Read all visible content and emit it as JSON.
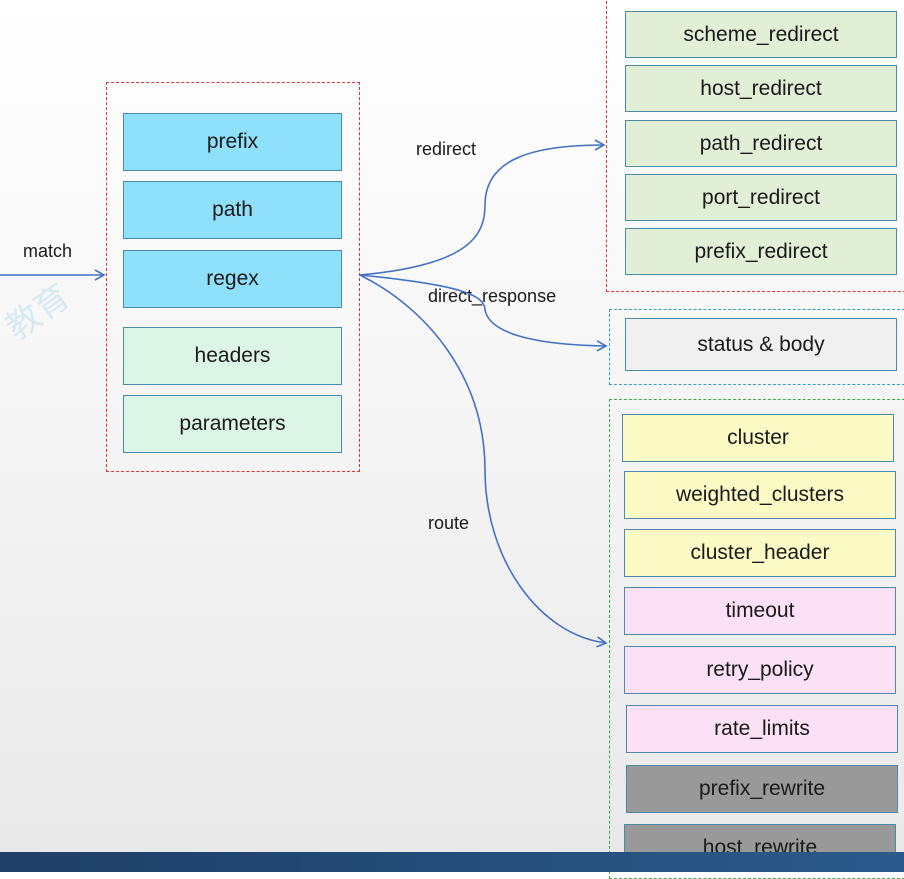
{
  "watermark": "教育",
  "edge_labels": {
    "match": "match",
    "redirect": "redirect",
    "direct_response": "direct_response",
    "route": "route"
  },
  "match_items": [
    "prefix",
    "path",
    "regex",
    "headers",
    "parameters"
  ],
  "redirect_items": [
    "scheme_redirect",
    "host_redirect",
    "path_redirect",
    "port_redirect",
    "prefix_redirect"
  ],
  "direct_response_items": [
    "status & body"
  ],
  "route_items": [
    "cluster",
    "weighted_clusters",
    "cluster_header",
    "timeout",
    "retry_policy",
    "rate_limits",
    "prefix_rewrite",
    "host_rewrite"
  ],
  "colors": {
    "arrow": "#4472c4",
    "match_border": "#e0342f",
    "redirect_border": "#e0342f",
    "direct_response_border": "#3c9bc7",
    "route_border": "#3caa4a"
  }
}
